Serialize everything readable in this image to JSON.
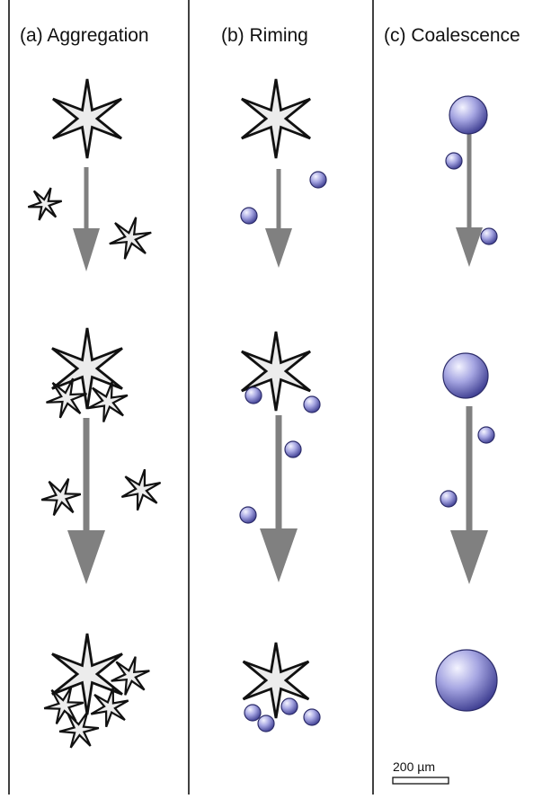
{
  "panels": [
    {
      "title": "(a) Aggregation"
    },
    {
      "title": "(b) Riming"
    },
    {
      "title": "(c) Coalescence"
    }
  ],
  "scale_bar": {
    "label": "200 µm"
  },
  "colors": {
    "crystal_fill": "#ececec",
    "crystal_stroke": "#111111",
    "arrow": "#808080",
    "droplet_light": "#f4f4ff",
    "droplet_mid": "#8f8fd6",
    "droplet_dark": "#3b3b8f",
    "divider": "#111111"
  }
}
